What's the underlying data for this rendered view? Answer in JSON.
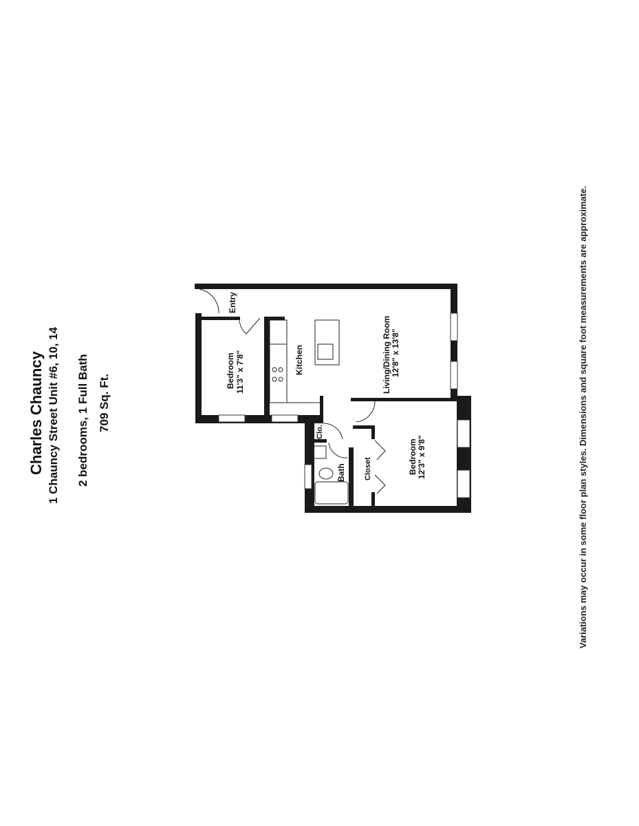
{
  "header": {
    "title": "Charles Chauncy",
    "address": "1 Chauncy Street Unit #6, 10, 14",
    "rooms": "2 bedrooms, 1 Full Bath",
    "area": "709 Sq. Ft."
  },
  "floor_plan": {
    "entry": "Entry",
    "kitchen": "Kitchen",
    "bedroom1_name": "Bedroom",
    "bedroom1_dims": "11'3\" x 7'8\"",
    "living_name": "Living/Dining Room",
    "living_dims": "12'8\" x 13'8\"",
    "bedroom2_name": "Bedroom",
    "bedroom2_dims": "12'3\" x 9'8\"",
    "closet": "Closet",
    "clo": "Clo.",
    "bath": "Bath"
  },
  "disclaimer": "Variations may occur in some floor plan styles. Dimensions and square foot measurements are approximate."
}
